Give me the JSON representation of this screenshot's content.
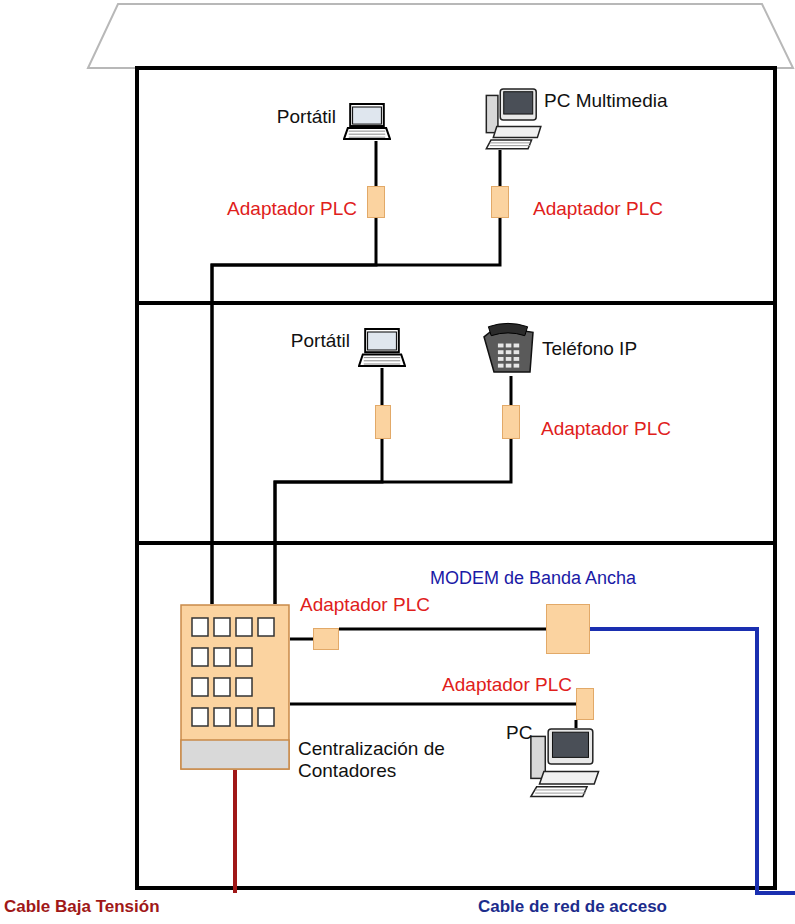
{
  "diagram": {
    "nodes": [
      {
        "text": [
          "Portátil"
        ]
      },
      {
        "text": [
          "PC Multimedia"
        ]
      },
      {
        "text": [
          "Adaptador PLC"
        ]
      },
      {
        "text": [
          "Adaptador PLC"
        ]
      },
      {
        "text": [
          "Portátil"
        ]
      },
      {
        "text": [
          "Teléfono IP"
        ]
      },
      {
        "text": [
          "Adaptador PLC"
        ]
      },
      {
        "text": [
          "MODEM de Banda Ancha"
        ]
      },
      {
        "text": [
          "Adaptador PLC"
        ]
      },
      {
        "text": [
          "Adaptador PLC"
        ]
      },
      {
        "text": [
          "PC"
        ]
      },
      {
        "text": [
          "Centralización de Contadores"
        ]
      }
    ],
    "edges": [
      {
        "from": 0,
        "to": 2,
        "arrow": "none"
      },
      {
        "from": 1,
        "to": 3,
        "arrow": "none"
      },
      {
        "from": 2,
        "to": 11,
        "arrow": "none"
      },
      {
        "from": 3,
        "to": 11,
        "arrow": "none"
      },
      {
        "from": 4,
        "to": 11,
        "arrow": "none"
      },
      {
        "from": 5,
        "to": 6,
        "arrow": "none"
      },
      {
        "from": 6,
        "to": 11,
        "arrow": "none"
      },
      {
        "from": 11,
        "to": 8,
        "arrow": "none"
      },
      {
        "from": 8,
        "to": 7,
        "arrow": "none"
      },
      {
        "from": 11,
        "to": 9,
        "arrow": "none"
      },
      {
        "from": 9,
        "to": 10,
        "arrow": "none"
      }
    ],
    "labels": [
      "Cable Baja Tensión",
      "Cable de red de acceso"
    ]
  }
}
